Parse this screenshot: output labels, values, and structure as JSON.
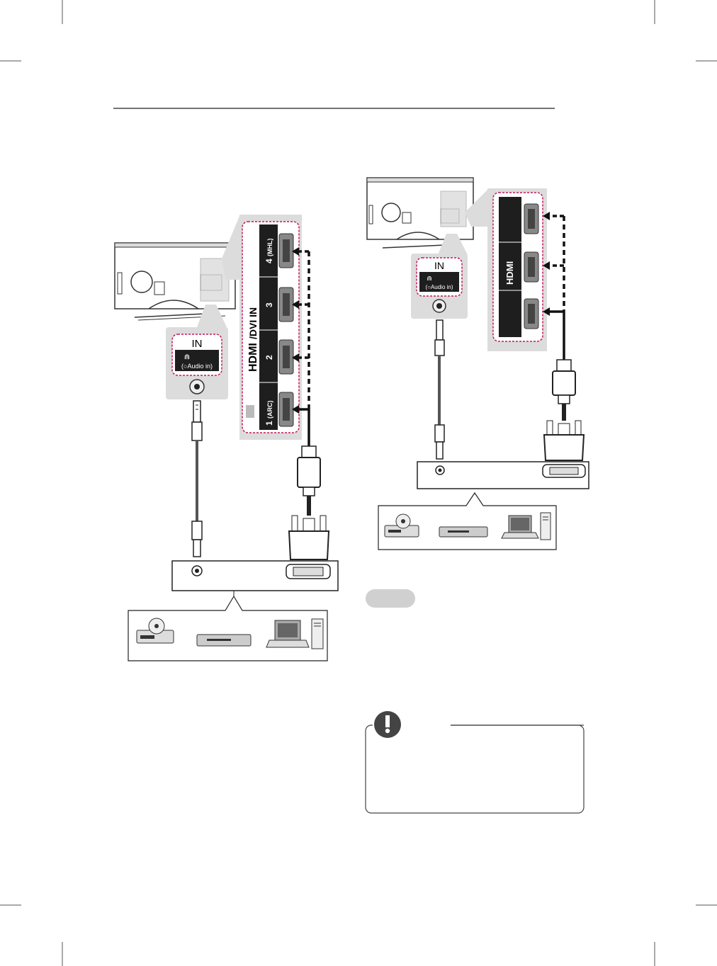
{
  "left_diagram": {
    "in_panel": {
      "title": "IN",
      "audio_label": "(○Audio in)"
    },
    "hdmi_panel": {
      "title_logo": "HDMI",
      "title_suffix": "/DVI IN",
      "ports": [
        {
          "number": "4",
          "tag": "(MHL)"
        },
        {
          "number": "3",
          "tag": ""
        },
        {
          "number": "2",
          "tag": ""
        },
        {
          "number": "1",
          "tag": "(ARC)"
        }
      ]
    }
  },
  "right_diagram": {
    "in_panel": {
      "title": "IN",
      "audio_label": "(○Audio in)"
    },
    "hdmi_panel": {
      "title_logo": "HDMI"
    }
  },
  "colors": {
    "accent_dashed": "#c2185b",
    "panel_gray": "#dcdcdc",
    "port_dark": "#1e1e1e"
  },
  "icons": [
    "dvd-player-icon",
    "set-top-box-icon",
    "laptop-icon",
    "pc-tower-icon",
    "warning-icon"
  ]
}
